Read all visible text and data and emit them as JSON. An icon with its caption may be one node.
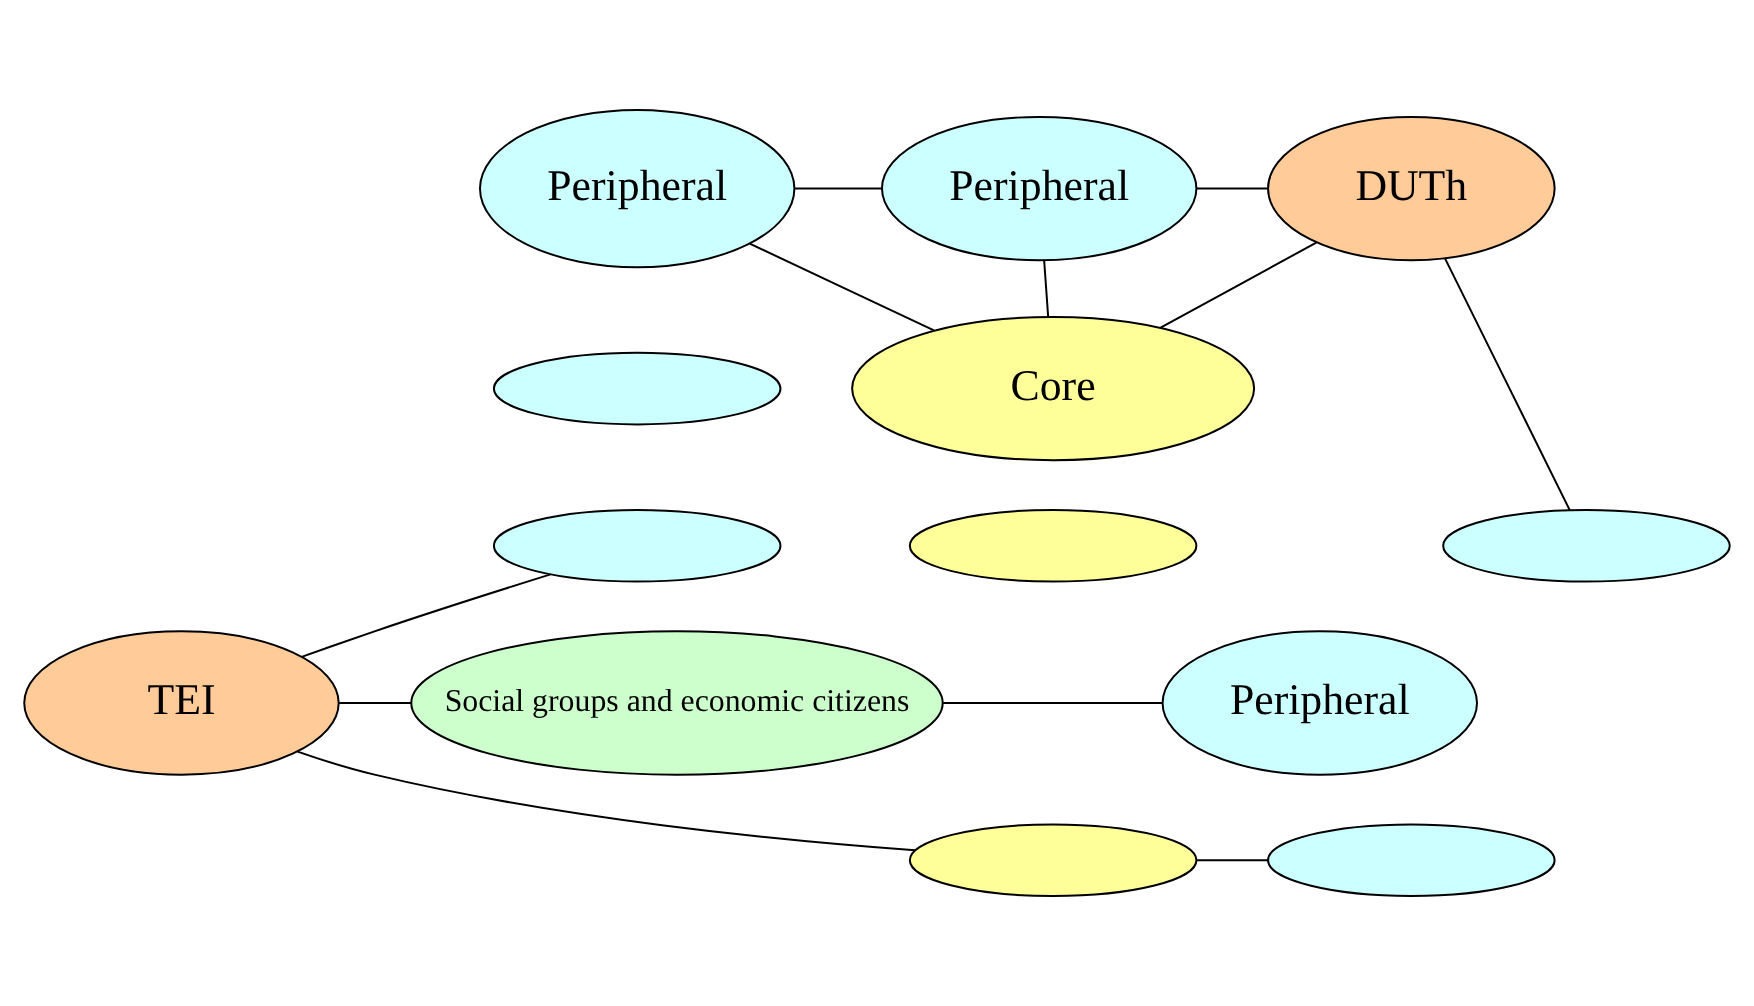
{
  "diagram": {
    "nodes": [
      {
        "text": [
          "Peripheral"
        ]
      },
      {
        "text": [],
        "shape": "ellipse"
      },
      {
        "text": [],
        "shape": "ellipse"
      },
      {
        "text": [
          "Peripheral"
        ]
      },
      {
        "text": [
          "DUTh"
        ]
      },
      {
        "text": [
          "Core"
        ]
      },
      {
        "text": [],
        "shape": "ellipse"
      },
      {
        "text": [],
        "shape": "ellipse"
      },
      {
        "text": [],
        "shape": "ellipse"
      },
      {
        "text": [],
        "shape": "ellipse"
      },
      {
        "text": [
          "Peripheral"
        ]
      },
      {
        "text": [
          "TEI"
        ]
      },
      {
        "text": [
          "Social groups and economic citizens"
        ]
      }
    ],
    "edges": [
      {
        "from": 0,
        "to": 3,
        "arrow": "none"
      },
      {
        "from": 3,
        "to": 4,
        "arrow": "none"
      },
      {
        "from": 3,
        "to": 5,
        "arrow": "none"
      },
      {
        "from": 0,
        "to": 5,
        "arrow": "none"
      },
      {
        "from": 4,
        "to": 5,
        "arrow": "none"
      },
      {
        "from": 4,
        "to": 8,
        "arrow": "none"
      },
      {
        "from": 2,
        "to": 11,
        "arrow": "none"
      },
      {
        "from": 11,
        "to": 7,
        "arrow": "none"
      },
      {
        "from": 7,
        "to": 9,
        "arrow": "none"
      },
      {
        "from": 11,
        "to": 12,
        "arrow": "none"
      },
      {
        "from": 12,
        "to": 10,
        "arrow": "none"
      }
    ]
  }
}
